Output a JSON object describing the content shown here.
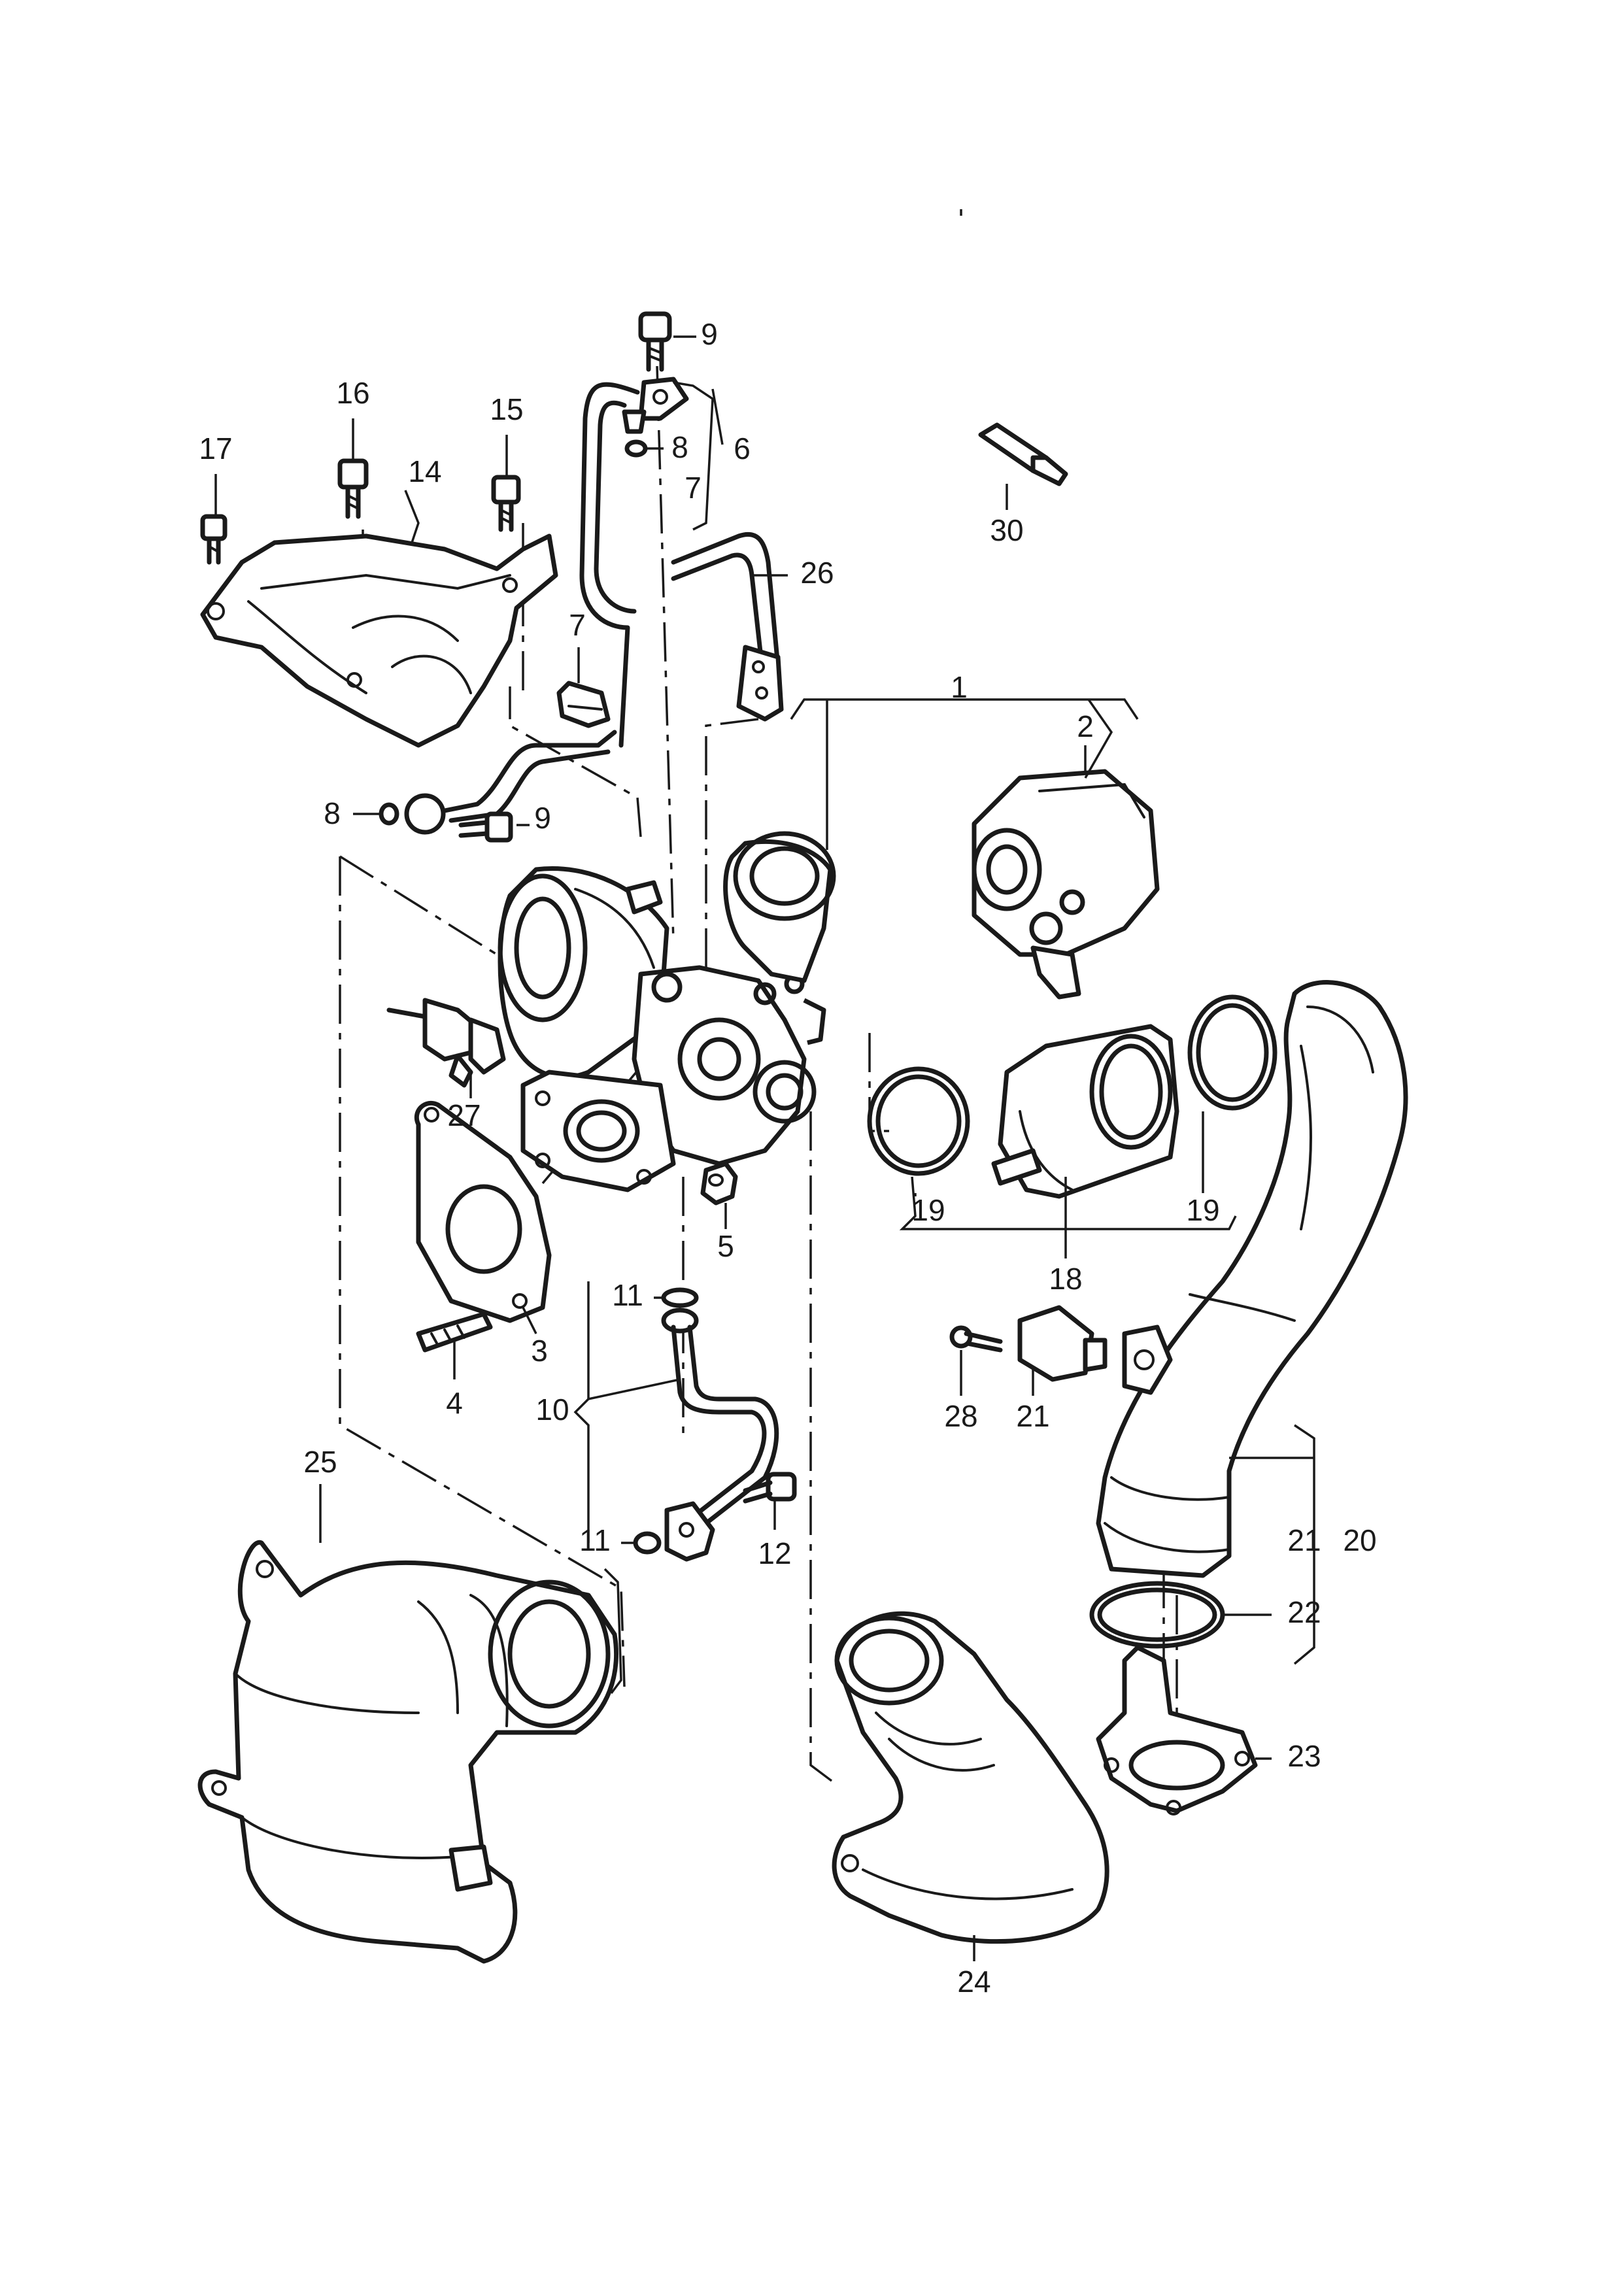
{
  "callouts": {
    "c1": "1",
    "c2": "2",
    "c3": "3",
    "c4": "4",
    "c5": "5",
    "c6": "6",
    "c7a": "7",
    "c7b": "7",
    "c8a": "8",
    "c8b": "8",
    "c9a": "9",
    "c9b": "9",
    "c10": "10",
    "c11a": "11",
    "c11b": "11",
    "c12": "12",
    "c14": "14",
    "c15": "15",
    "c16": "16",
    "c17": "17",
    "c18": "18",
    "c19a": "19",
    "c19b": "19",
    "c20": "20",
    "c21a": "21",
    "c21b": "21",
    "c22": "22",
    "c23": "23",
    "c24": "24",
    "c25": "25",
    "c26": "26",
    "c27": "27",
    "c28": "28",
    "c30": "30"
  }
}
